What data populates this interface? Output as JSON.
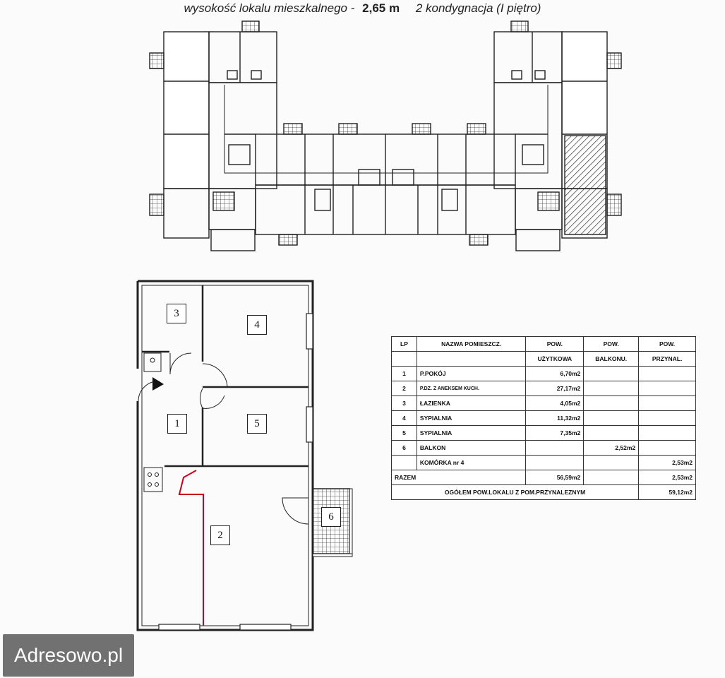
{
  "header": {
    "prefix": "wysokość lokalu mieszkalnego -",
    "height": "2,65 m",
    "storey": "2 kondygnacja (I piętro)"
  },
  "rooms": [
    "1",
    "2",
    "3",
    "4",
    "5",
    "6"
  ],
  "table": {
    "headers": {
      "lp": "LP",
      "name": "NAZWA POMIESZCZ.",
      "usable_1": "POW.",
      "usable_2": "UŻYTKOWA",
      "balcony_1": "POW.",
      "balcony_2": "BALKONU.",
      "annex_1": "POW.",
      "annex_2": "PRZYNAL."
    },
    "rows": [
      {
        "lp": "1",
        "name": "P.POKÓJ",
        "usable": "6,70m2",
        "balcony": "",
        "annex": ""
      },
      {
        "lp": "2",
        "name": "P.DZ. Z ANEKSEM KUCH.",
        "usable": "27,17m2",
        "balcony": "",
        "annex": ""
      },
      {
        "lp": "3",
        "name": "ŁAZIENKA",
        "usable": "4,05m2",
        "balcony": "",
        "annex": ""
      },
      {
        "lp": "4",
        "name": "SYPIALNIA",
        "usable": "11,32m2",
        "balcony": "",
        "annex": ""
      },
      {
        "lp": "5",
        "name": "SYPIALNIA",
        "usable": "7,35m2",
        "balcony": "",
        "annex": ""
      },
      {
        "lp": "6",
        "name": "BALKON",
        "usable": "",
        "balcony": "2,52m2",
        "annex": ""
      },
      {
        "lp": "",
        "name": "KOMÓRKA nr 4",
        "usable": "",
        "balcony": "",
        "annex": "2,53m2"
      }
    ],
    "total": {
      "label": "RAZEM",
      "usable": "56,59m2",
      "annex": "2,53m2"
    },
    "grand_total": {
      "label": "OGÓŁEM POW.LOKALU Z POM.PRZYNALEZNYM",
      "value": "59,12m2"
    }
  },
  "watermark": "Adresowo.pl"
}
